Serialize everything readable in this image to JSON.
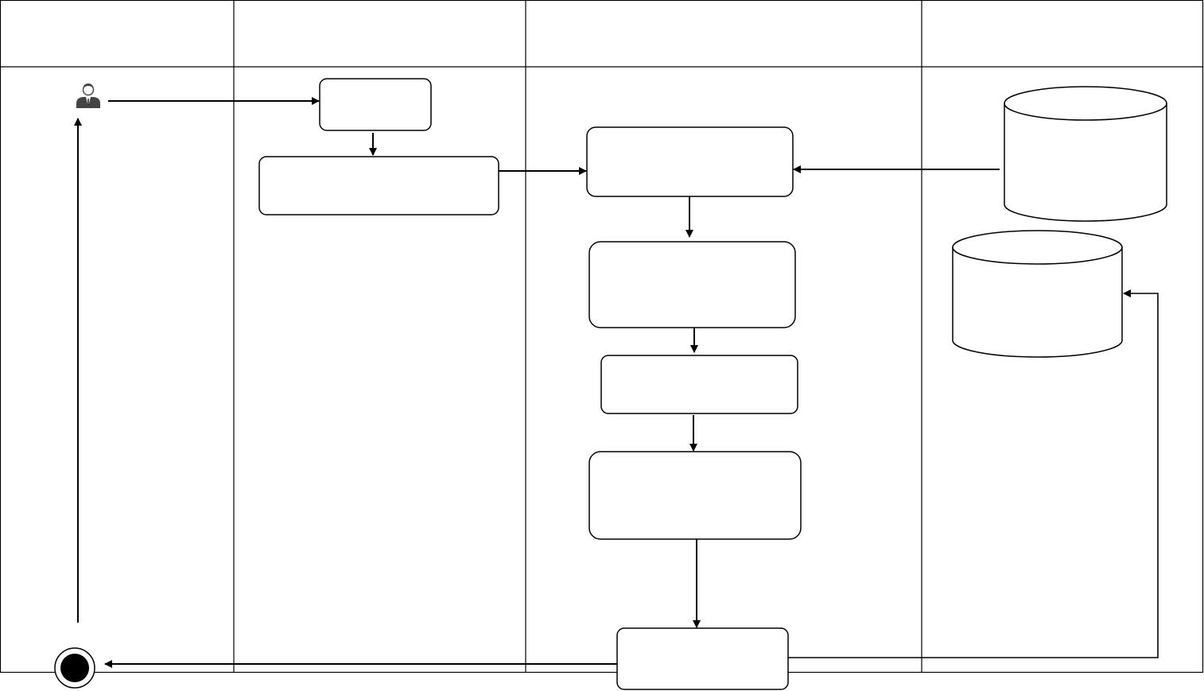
{
  "diagram": {
    "type": "swimlane-activity-diagram",
    "lanes": [
      {
        "id": "lane-1",
        "title": ""
      },
      {
        "id": "lane-2",
        "title": ""
      },
      {
        "id": "lane-3",
        "title": ""
      },
      {
        "id": "lane-4",
        "title": ""
      }
    ],
    "actor": {
      "icon": "user-icon",
      "label": ""
    },
    "end_node": {
      "icon": "final-state-icon"
    },
    "nodes": [
      {
        "id": "n1",
        "shape": "rounded-rect",
        "label": ""
      },
      {
        "id": "n2",
        "shape": "rounded-rect",
        "label": ""
      },
      {
        "id": "n3",
        "shape": "rounded-rect",
        "label": ""
      },
      {
        "id": "n4",
        "shape": "rounded-rect",
        "label": ""
      },
      {
        "id": "n5",
        "shape": "rounded-rect",
        "label": ""
      },
      {
        "id": "n6",
        "shape": "rounded-rect",
        "label": ""
      },
      {
        "id": "n7",
        "shape": "rounded-rect",
        "label": ""
      },
      {
        "id": "db1",
        "shape": "cylinder",
        "label": ""
      },
      {
        "id": "db2",
        "shape": "cylinder",
        "label": ""
      }
    ],
    "edges": [
      {
        "from": "actor",
        "to": "n1"
      },
      {
        "from": "n1",
        "to": "n2"
      },
      {
        "from": "n2",
        "to": "n3"
      },
      {
        "from": "db1",
        "to": "n3"
      },
      {
        "from": "n3",
        "to": "n4"
      },
      {
        "from": "n4",
        "to": "n5"
      },
      {
        "from": "n5",
        "to": "n6"
      },
      {
        "from": "n6",
        "to": "n7"
      },
      {
        "from": "n7",
        "to": "end"
      },
      {
        "from": "n7",
        "to": "db2"
      },
      {
        "from": "end",
        "to": "actor"
      }
    ],
    "colors": {
      "stroke": "#000000",
      "fill": "#ffffff",
      "end_fill": "#000000"
    }
  }
}
